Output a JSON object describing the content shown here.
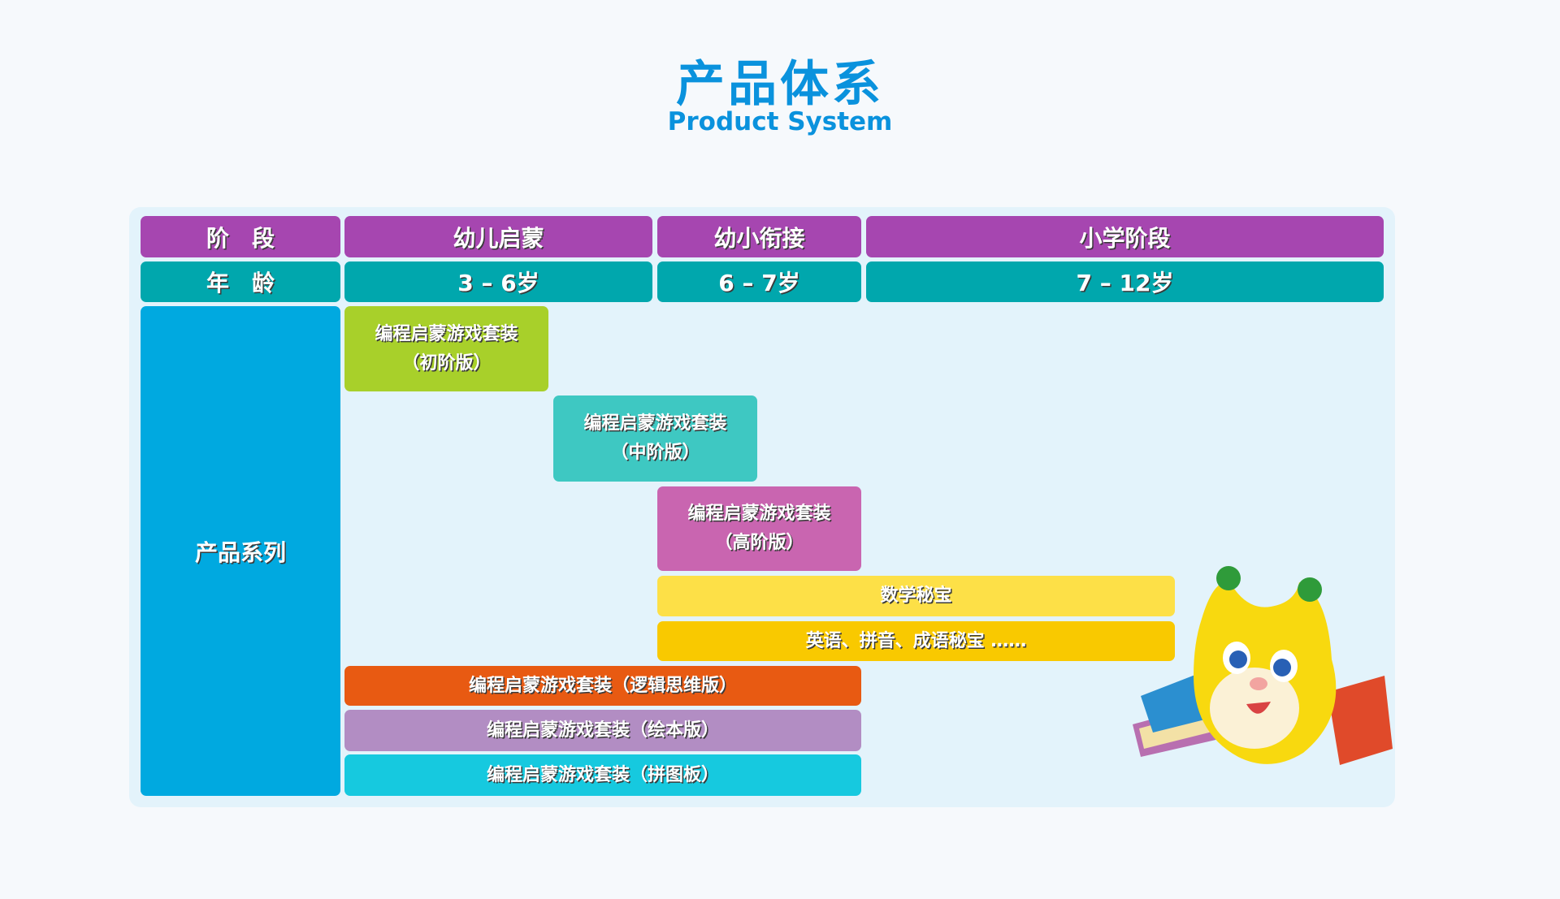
{
  "header": {
    "title": "产品体系",
    "subtitle": "Product System"
  },
  "table": {
    "stage_label": "阶　段",
    "age_label": "年　龄",
    "series_label": "产品系列",
    "stages": [
      "幼儿启蒙",
      "幼小衔接",
      "小学阶段"
    ],
    "ages": [
      "3 – 6岁",
      "6 – 7岁",
      "7 – 12岁"
    ],
    "products": [
      {
        "line1": "编程启蒙游戏套装",
        "line2": "（初阶版）",
        "color": "#a8d02a"
      },
      {
        "line1": "编程启蒙游戏套装",
        "line2": "（中阶版）",
        "color": "#3ec8c2"
      },
      {
        "line1": "编程启蒙游戏套装",
        "line2": "（高阶版）",
        "color": "#c965b0"
      },
      {
        "line1": "数学秘宝",
        "color": "#fde047"
      },
      {
        "line1": "英语、拼音、成语秘宝 ……",
        "color": "#f9c900"
      },
      {
        "line1": "编程启蒙游戏套装（逻辑思维版）",
        "color": "#e85a12"
      },
      {
        "line1": "编程启蒙游戏套装（绘本版）",
        "color": "#b28dc3"
      },
      {
        "line1": "编程启蒙游戏套装（拼图板）",
        "color": "#16c9df"
      }
    ]
  },
  "colors": {
    "stage": "#a646b0",
    "age": "#00a7ad",
    "series": "#00a9e0",
    "title": "#0a92dd"
  }
}
